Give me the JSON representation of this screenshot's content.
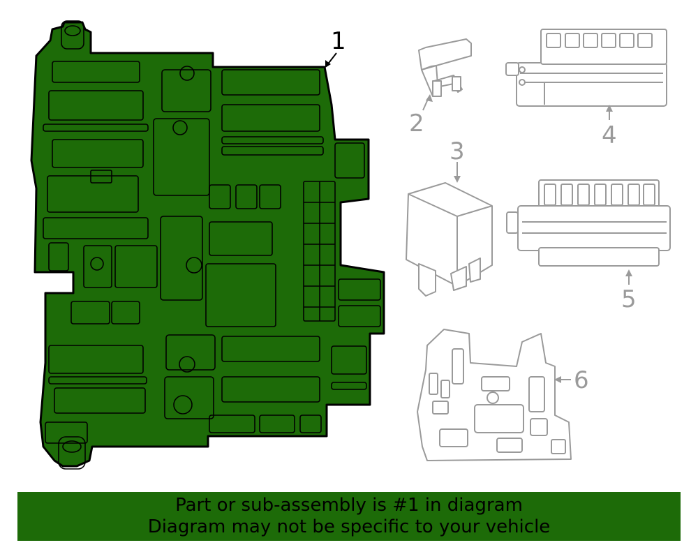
{
  "colors": {
    "highlight_fill": "#1d6b08",
    "highlight_stroke": "#000000",
    "part_stroke": "#9a9a9a",
    "banner_background": "#1d6b08",
    "banner_text": "#000000"
  },
  "callouts": {
    "part_1": "1",
    "part_2": "2",
    "part_3": "3",
    "part_4": "4",
    "part_5": "5",
    "part_6": "6"
  },
  "banner": {
    "line1": "Part or sub-assembly is #1 in diagram",
    "line2": "Diagram may not be specific to your vehicle"
  }
}
